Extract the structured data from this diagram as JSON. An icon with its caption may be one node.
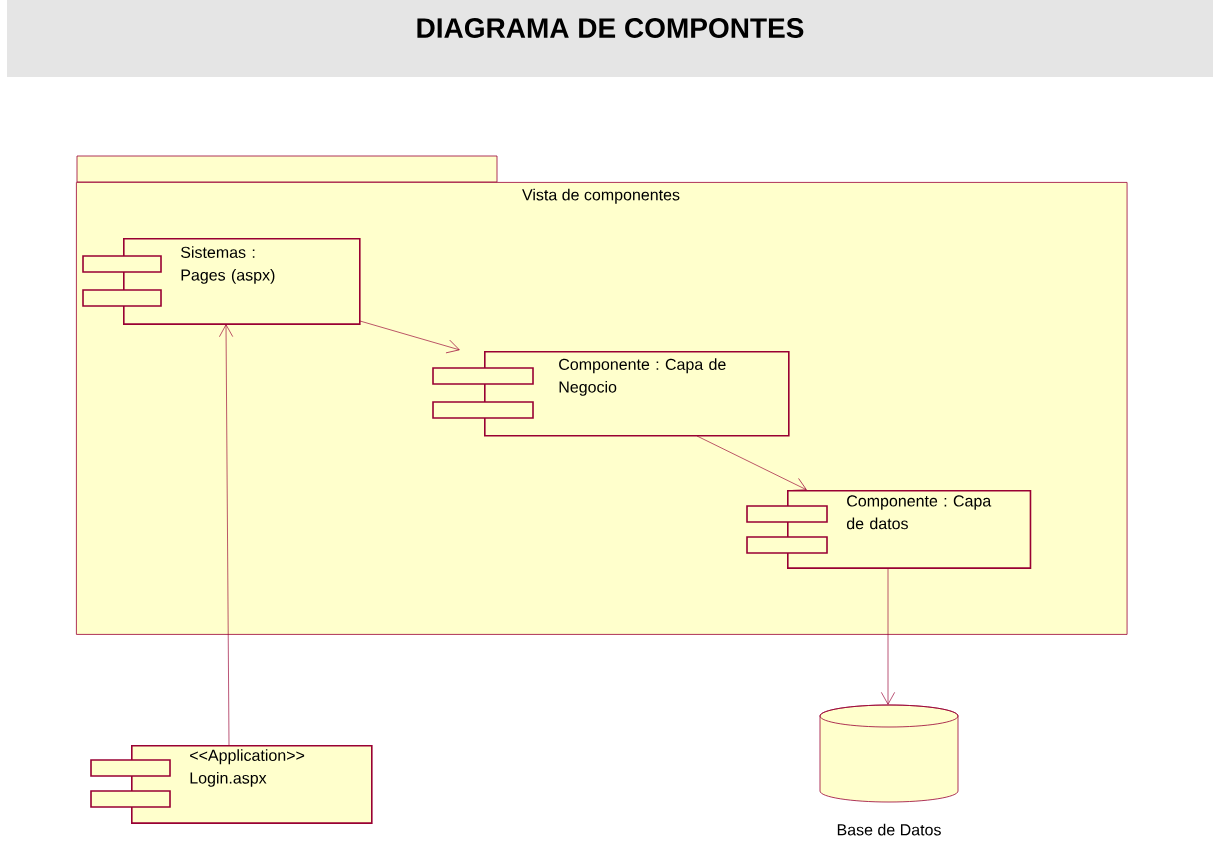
{
  "diagram": {
    "title": "DIAGRAMA DE COMPONTES",
    "nodes": [
      {
        "text": [
          "Vista de componentes"
        ]
      },
      {
        "text": [
          "Sistemas : Pages (aspx)"
        ],
        "in": 0
      },
      {
        "text": [
          "Componente : Capa de Negocio"
        ],
        "in": 0
      },
      {
        "text": [
          "Componente : Capa de datos"
        ],
        "in": 0
      },
      {
        "text": [
          "<<Application>> Login.aspx"
        ]
      },
      {
        "text": [
          "Base de Datos"
        ]
      }
    ],
    "edges": [
      {
        "from": 1,
        "to": 2,
        "arrow": "to"
      },
      {
        "from": 2,
        "to": 3,
        "arrow": "to"
      },
      {
        "from": 3,
        "to": 5,
        "arrow": "to"
      },
      {
        "from": 4,
        "to": 1,
        "arrow": "to"
      }
    ]
  }
}
